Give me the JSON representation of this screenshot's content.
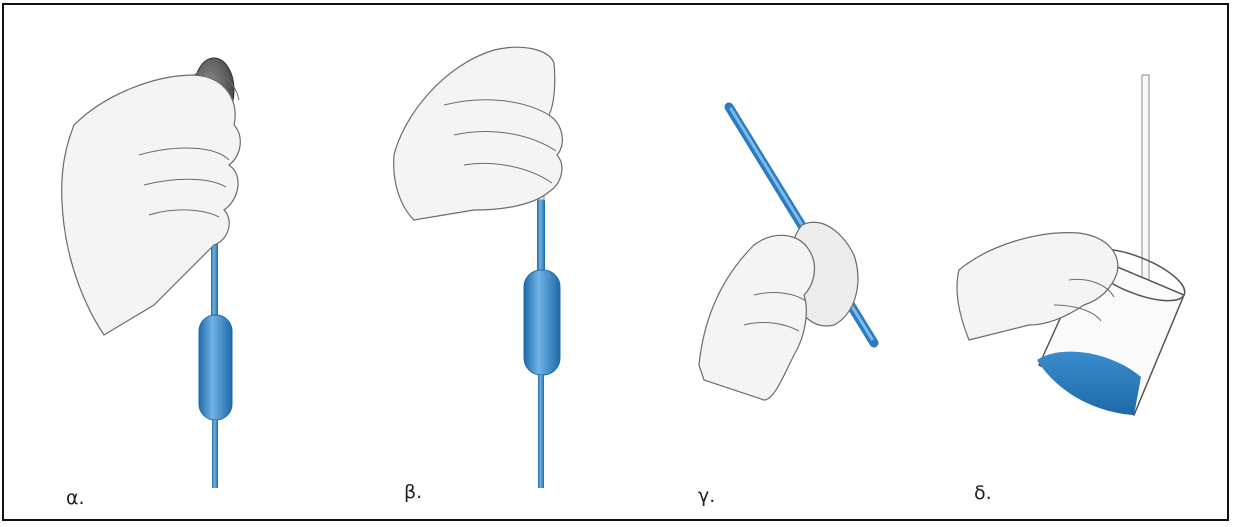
{
  "colors": {
    "liquid": "#3a8ccd",
    "liquid_dark": "#1e6aa8",
    "hand_fill": "#f4f4f4",
    "hand_stroke": "#6b6b6b",
    "bulb": "#5a5a5a",
    "frame": "#111111"
  },
  "panels": [
    {
      "label": "α."
    },
    {
      "label": "β."
    },
    {
      "label": "γ."
    },
    {
      "label": "δ."
    }
  ]
}
